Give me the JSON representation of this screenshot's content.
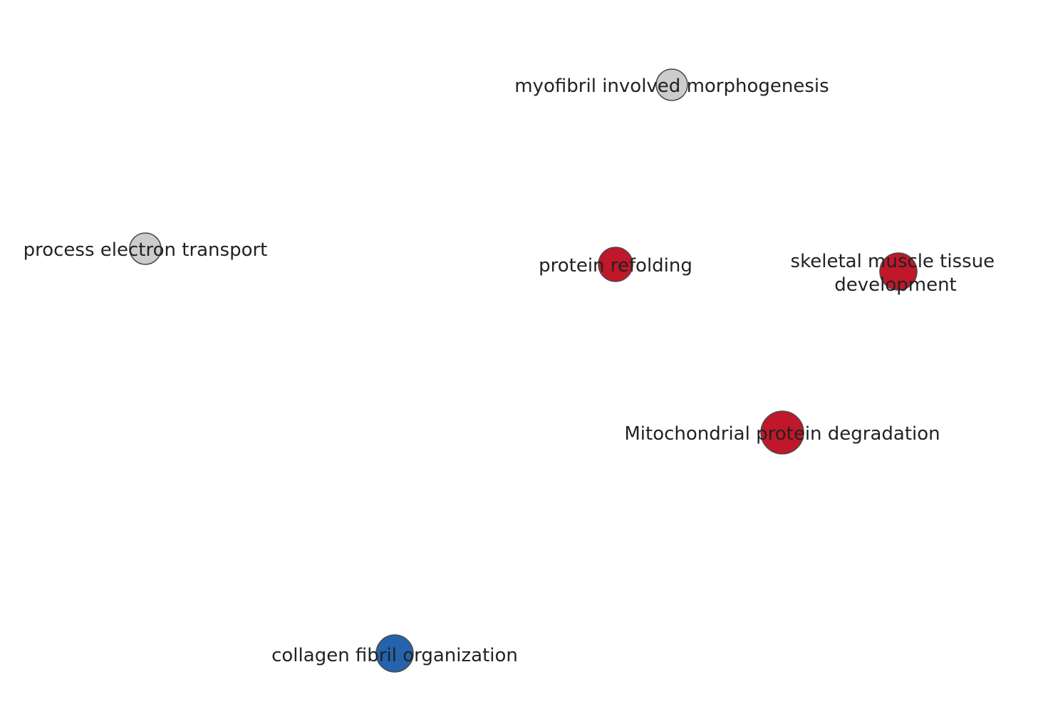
{
  "network": {
    "colors": {
      "upregulated": "#c0172b",
      "downregulated": "#2563ac",
      "neutral": "#cccccc"
    },
    "nodes": [
      {
        "id": "myofibril",
        "label_lines": [
          "myofibril involved morphogenesis"
        ],
        "color": "#cccccc",
        "category": "neutral"
      },
      {
        "id": "electron",
        "label_lines": [
          "process electron transport"
        ],
        "color": "#cccccc",
        "category": "neutral"
      },
      {
        "id": "refolding",
        "label_lines": [
          "protein refolding"
        ],
        "color": "#c0172b",
        "category": "upregulated"
      },
      {
        "id": "skeletal",
        "label_lines": [
          "skeletal muscle tissue",
          "development"
        ],
        "color": "#c0172b",
        "category": "upregulated"
      },
      {
        "id": "mito",
        "label_lines": [
          "Mitochondrial protein degradation"
        ],
        "color": "#c0172b",
        "category": "upregulated"
      },
      {
        "id": "collagen",
        "label_lines": [
          "collagen fibril organization"
        ],
        "color": "#2563ac",
        "category": "downregulated"
      }
    ]
  }
}
